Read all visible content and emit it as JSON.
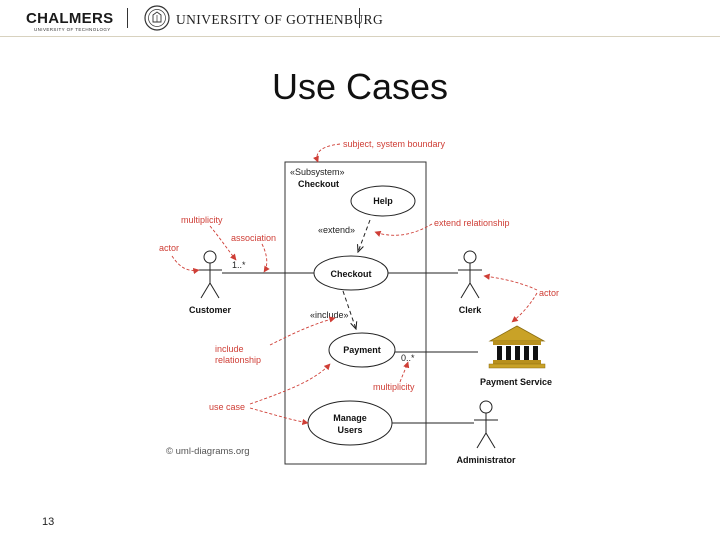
{
  "header": {
    "brand": "CHALMERS",
    "brand_sub": "UNIVERSITY OF TECHNOLOGY",
    "partner": "UNIVERSITY OF GOTHENBURG"
  },
  "slide": {
    "title": "Use Cases",
    "page_number": "13"
  },
  "diagram": {
    "stereotype": "«Subsystem»",
    "subsystem_name": "Checkout",
    "use_cases": {
      "help": "Help",
      "checkout": "Checkout",
      "payment": "Payment",
      "manage_line1": "Manage",
      "manage_line2": "Users"
    },
    "actors": {
      "customer": "Customer",
      "clerk": "Clerk",
      "payment_service": "Payment Service",
      "administrator": "Administrator"
    },
    "extend_label": "«extend»",
    "include_label": "«include»",
    "mult_customer": "1..*",
    "mult_payment": "0..*",
    "annotations": {
      "subject": "subject, system boundary",
      "multiplicity_top": "multiplicity",
      "association": "association",
      "actor_left": "actor",
      "extend_relationship": "extend relationship",
      "actor_right": "actor",
      "include_line1": "include",
      "include_line2": "relationship",
      "multiplicity_bottom": "multiplicity",
      "use_case": "use case"
    },
    "copyright": "© uml-diagrams.org",
    "colors": {
      "annotation": "#cf3e36",
      "building": "#c9a227"
    }
  }
}
